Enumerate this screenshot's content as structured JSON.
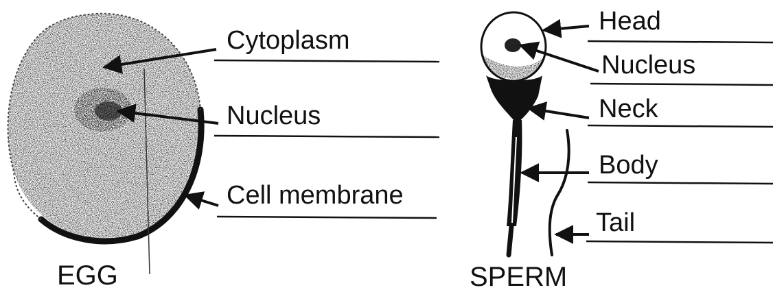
{
  "egg": {
    "caption": "EGG",
    "labels": {
      "cytoplasm": "Cytoplasm",
      "nucleus": "Nucleus",
      "cell_membrane": "Cell membrane"
    }
  },
  "sperm": {
    "caption": "SPERM",
    "labels": {
      "head": "Head",
      "nucleus": "Nucleus",
      "neck": "Neck",
      "body": "Body",
      "tail": "Tail"
    }
  }
}
